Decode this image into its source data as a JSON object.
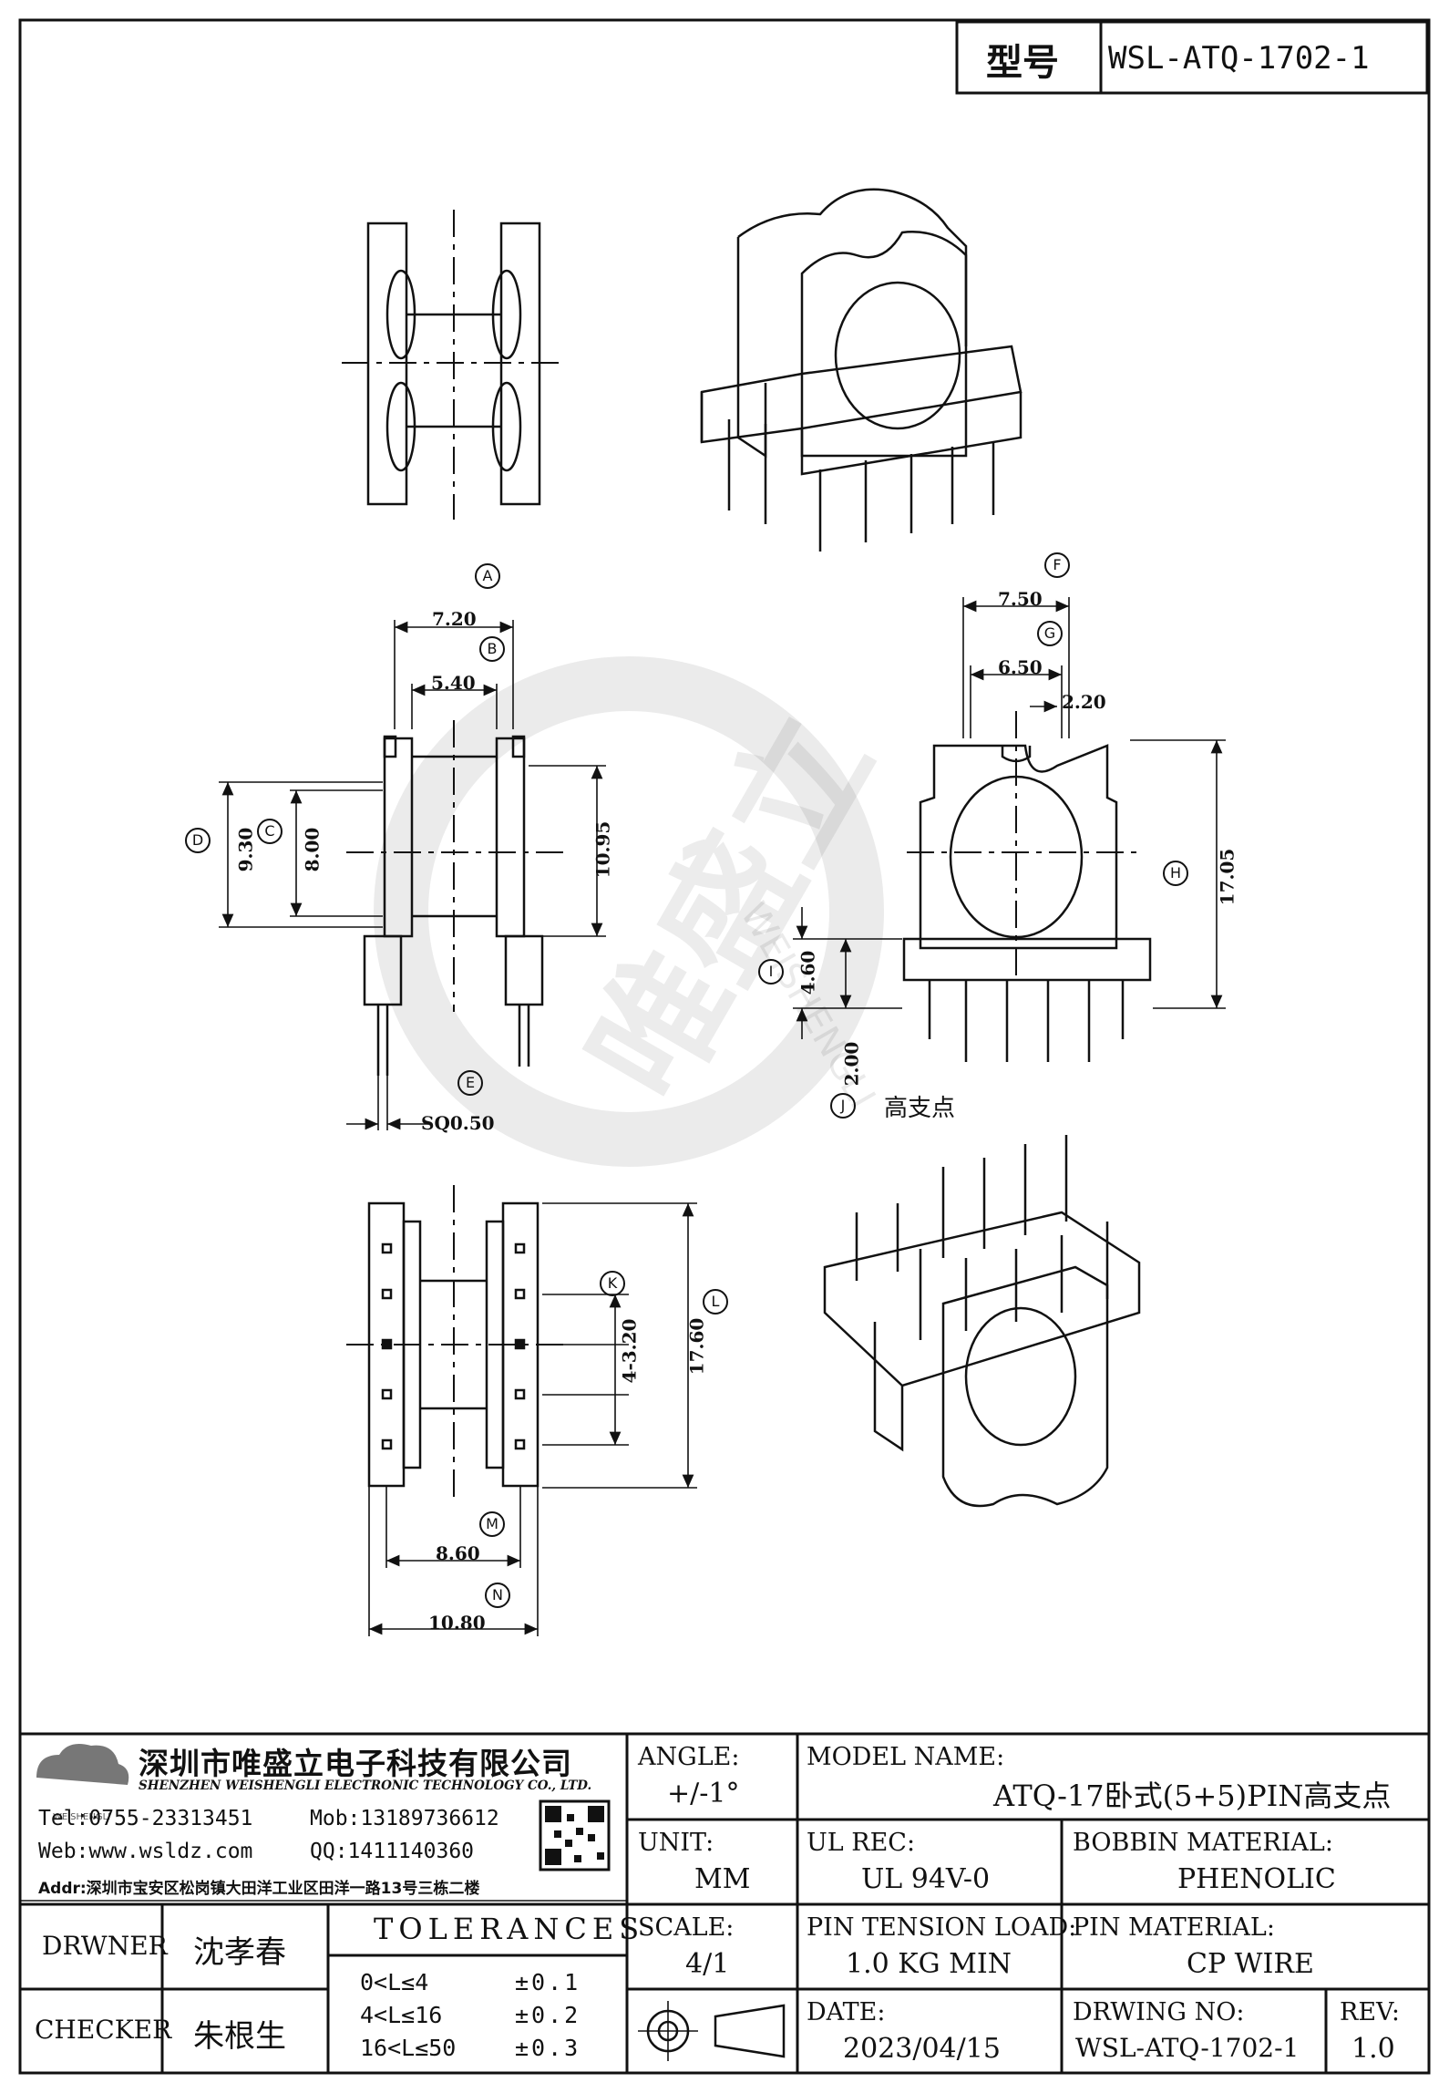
{
  "title_block": {
    "type_label": "型号",
    "type_value": "WSL-ATQ-1702-1"
  },
  "drawing": {
    "dims": {
      "A": "7.20",
      "B": "5.40",
      "C": "8.00",
      "D": "9.30",
      "E": "SQ0.50",
      "F": "7.50",
      "G": "6.50",
      "G2": "2.20",
      "H": "17.05",
      "I": "4.60",
      "J": "2.00",
      "K": "4-3.20",
      "L": "17.60",
      "M": "8.60",
      "N": "10.80",
      "V": "10.95"
    },
    "letters": [
      "A",
      "B",
      "C",
      "D",
      "E",
      "F",
      "G",
      "H",
      "I",
      "J",
      "K",
      "L",
      "M",
      "N"
    ],
    "note_high_support": "高支点",
    "watermark_cn": "唯盛立",
    "watermark_en": "WEISHENGLI"
  },
  "company": {
    "logo_text": "唯盛立",
    "logo_sub": "WEISHENGLI",
    "name_cn": "深圳市唯盛立电子科技有限公司",
    "name_en": "SHENZHEN WEISHENGLI ELECTRONIC TECHNOLOGY CO., LTD.",
    "tel": "Tel:0755-23313451",
    "mob": "Mob:13189736612",
    "web": "Web:www.wsldz.com",
    "qq": "QQ:1411140360",
    "addr": "Addr:深圳市宝安区松岗镇大田洋工业区田洋一路13号三栋二楼"
  },
  "info": {
    "angle_label": "ANGLE:",
    "angle_value": "+/-1°",
    "model_label": "MODEL NAME:",
    "model_value": "ATQ-17卧式(5+5)PIN高支点",
    "unit_label": "UNIT:",
    "unit_value": "MM",
    "ulrec_label": "UL REC:",
    "ulrec_value": "UL 94V-0",
    "bobbin_label": "BOBBIN MATERIAL:",
    "bobbin_value": "PHENOLIC",
    "scale_label": "SCALE:",
    "scale_value": "4/1",
    "tension_label": "PIN TENSION LOAD:",
    "tension_value": "1.0 KG MIN",
    "pinmat_label": "PIN MATERIAL:",
    "pinmat_value": "CP WIRE",
    "date_label": "DATE:",
    "date_value": "2023/04/15",
    "drwno_label": "DRWING NO:",
    "drwno_value": "WSL-ATQ-1702-1",
    "rev_label": "REV:",
    "rev_value": "1.0"
  },
  "people": {
    "drawer_label": "DRWNER",
    "drawer_name": "沈孝春",
    "checker_label": "CHECKER",
    "checker_name": "朱根生"
  },
  "tolerances": {
    "title": "TOLERANCES",
    "rows": [
      {
        "range": "0<L≤4",
        "tol": "±0.1"
      },
      {
        "range": "4<L≤16",
        "tol": "±0.2"
      },
      {
        "range": "16<L≤50",
        "tol": "±0.3"
      }
    ]
  }
}
